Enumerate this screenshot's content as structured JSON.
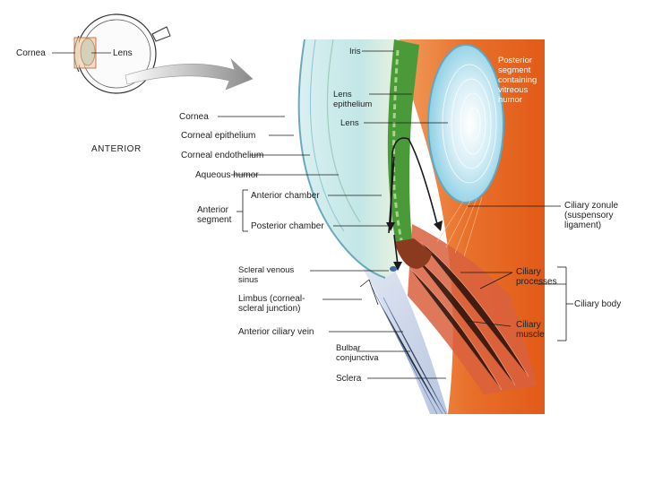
{
  "inset": {
    "cornea": "Cornea",
    "lens": "Lens"
  },
  "orientation": "ANTERIOR",
  "labels": {
    "iris": "Iris",
    "lens_epithelium": "Lens\nepithelium",
    "lens": "Lens",
    "posterior_segment": "Posterior\nsegment\ncontaining\nvitreous\nhumor",
    "cornea": "Cornea",
    "corneal_epithelium": "Corneal epithelium",
    "corneal_endothelium": "Corneal endothelium",
    "aqueous_humor": "Aqueous humor",
    "anterior_segment": "Anterior\nsegment",
    "anterior_chamber": "Anterior chamber",
    "posterior_chamber": "Posterior chamber",
    "ciliary_zonule": "Ciliary zonule\n(suspensory\nligament)",
    "scleral_venous_sinus": "Scleral venous\nsinus",
    "limbus": "Limbus (corneal-\nscleral junction)",
    "anterior_ciliary_vein": "Anterior ciliary vein",
    "bulbar_conjunctiva": "Bulbar\nconjunctiva",
    "sclera": "Sclera",
    "ciliary_processes": "Ciliary\nprocesses",
    "ciliary_muscle": "Ciliary\nmuscle",
    "ciliary_body": "Ciliary body"
  },
  "colors": {
    "sclera_orange": "#e8702a",
    "cornea_cyan": "#b8e0e6",
    "lens_blue": "#a8dcec",
    "iris_green": "#4a9a3a",
    "muscle_red": "#d8553a"
  }
}
